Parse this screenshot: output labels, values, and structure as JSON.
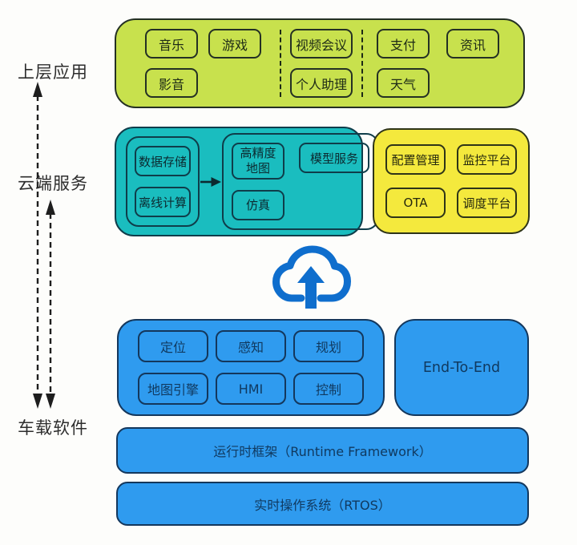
{
  "layer_rail": {
    "upper_apps_label": "上层应用",
    "cloud_services_label": "云端服务",
    "vehicle_software_label": "车载软件"
  },
  "app_layer": {
    "groups": {
      "entertainment": {
        "row1": [
          "音乐",
          "游戏"
        ],
        "row2": [
          "影音"
        ]
      },
      "communication": {
        "row1": [
          "视频会议"
        ],
        "row2": [
          "个人助理"
        ]
      },
      "services": {
        "row1": [
          "支付",
          "资讯"
        ],
        "row2": [
          "天气"
        ]
      }
    }
  },
  "cloud_layer": {
    "data_group": [
      "数据存储",
      "离线计算"
    ],
    "platform_group": {
      "hd_map": "高精度地图",
      "model_service": "模型服务",
      "simulation": "仿真"
    },
    "ops_group": [
      "配置管理",
      "监控平台",
      "OTA",
      "调度平台"
    ]
  },
  "vehicle_layer": {
    "modules": [
      "定位",
      "感知",
      "规划",
      "地图引擎",
      "HMI",
      "控制"
    ],
    "end_to_end": "End-To-End",
    "runtime_framework": "运行时框架（Runtime Framework）",
    "rtos": "实时操作系统（RTOS）"
  },
  "icons": {
    "cloud_upload": "cloud-upload-icon",
    "flow_arrow": "right-arrow-icon",
    "layer_links": "dashed-double-headed-arrow"
  },
  "colors": {
    "app_green": "#c8e14d",
    "cloud_teal": "#1abdbf",
    "ops_yellow": "#f4e93d",
    "vehicle_blue": "#2f9bef",
    "icon_blue": "#0f6ecd"
  }
}
